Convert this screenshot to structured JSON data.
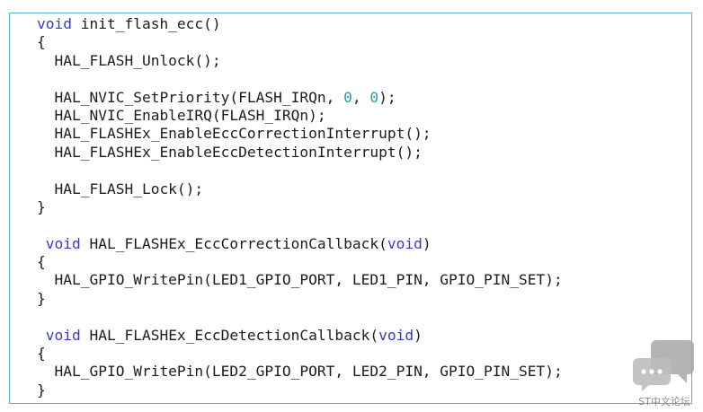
{
  "code": {
    "lines": [
      [
        {
          "t": "void",
          "c": "kw"
        },
        {
          "t": " init_flash_ecc()",
          "c": ""
        }
      ],
      [
        {
          "t": "{",
          "c": ""
        }
      ],
      [
        {
          "t": "  HAL_FLASH_Unlock();",
          "c": ""
        }
      ],
      [],
      [
        {
          "t": "  HAL_NVIC_SetPriority(FLASH_IRQn, ",
          "c": ""
        },
        {
          "t": "0",
          "c": "num"
        },
        {
          "t": ", ",
          "c": ""
        },
        {
          "t": "0",
          "c": "num"
        },
        {
          "t": ");",
          "c": ""
        }
      ],
      [
        {
          "t": "  HAL_NVIC_EnableIRQ(FLASH_IRQn);",
          "c": ""
        }
      ],
      [
        {
          "t": "  HAL_FLASHEx_EnableEccCorrectionInterrupt();",
          "c": ""
        }
      ],
      [
        {
          "t": "  HAL_FLASHEx_EnableEccDetectionInterrupt();",
          "c": ""
        }
      ],
      [],
      [
        {
          "t": "  HAL_FLASH_Lock();",
          "c": ""
        }
      ],
      [
        {
          "t": "}",
          "c": ""
        }
      ],
      [],
      [
        {
          "t": " ",
          "c": ""
        },
        {
          "t": "void",
          "c": "kw"
        },
        {
          "t": " HAL_FLASHEx_EccCorrectionCallback(",
          "c": ""
        },
        {
          "t": "void",
          "c": "kw"
        },
        {
          "t": ")",
          "c": ""
        }
      ],
      [
        {
          "t": "{",
          "c": ""
        }
      ],
      [
        {
          "t": "  HAL_GPIO_WritePin(LED1_GPIO_PORT, LED1_PIN, GPIO_PIN_SET);",
          "c": ""
        }
      ],
      [
        {
          "t": "}",
          "c": ""
        }
      ],
      [],
      [
        {
          "t": " ",
          "c": ""
        },
        {
          "t": "void",
          "c": "kw"
        },
        {
          "t": " HAL_FLASHEx_EccDetectionCallback(",
          "c": ""
        },
        {
          "t": "void",
          "c": "kw"
        },
        {
          "t": ")",
          "c": ""
        }
      ],
      [
        {
          "t": "{",
          "c": ""
        }
      ],
      [
        {
          "t": "  HAL_GPIO_WritePin(LED2_GPIO_PORT, LED2_PIN, GPIO_PIN_SET);",
          "c": ""
        }
      ],
      [
        {
          "t": "}",
          "c": ""
        }
      ]
    ]
  },
  "watermark": {
    "label": "ST中文论坛",
    "icon": "chat-bubbles-icon"
  },
  "colors": {
    "keyword": "#3a3ac8",
    "number": "#2a9aa6",
    "border": "#56b4ce"
  }
}
